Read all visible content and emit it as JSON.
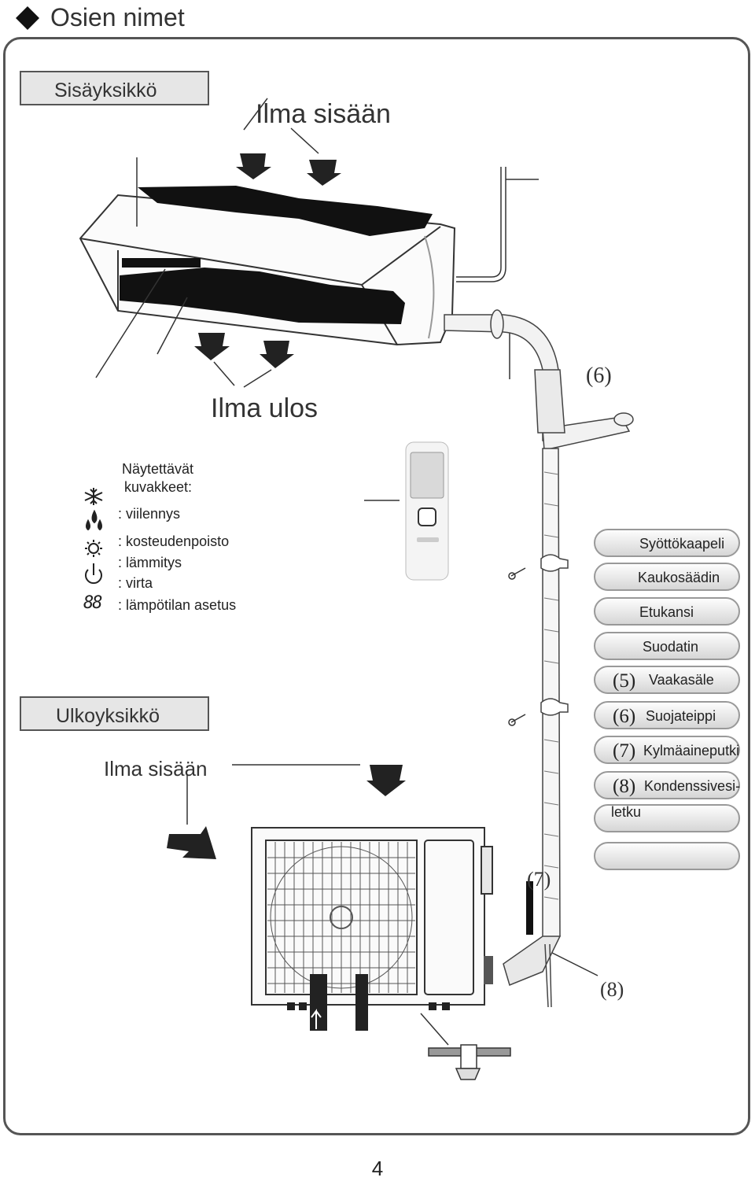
{
  "header": {
    "title": "Osien nimet"
  },
  "indoor": {
    "section_label": "Sisäyksikkö",
    "air_in_label": "Ilma sisään",
    "air_out_label": "Ilma ulos",
    "callout_6": "(6)"
  },
  "display": {
    "heading_line1": "Näytettävät",
    "heading_line2": "kuvakkeet:",
    "items": [
      {
        "icon": "snowflake-icon",
        "label": ": viilennys"
      },
      {
        "icon": "droplets-icon",
        "label": ": kosteudenpoisto"
      },
      {
        "icon": "sun-icon",
        "label": ": lämmitys"
      },
      {
        "icon": "power-icon",
        "label": ": virta"
      },
      {
        "icon": "digits-icon",
        "glyph": "88",
        "label": ": lämpötilan asetus"
      }
    ]
  },
  "outdoor": {
    "section_label": "Ulkoyksikkö",
    "air_in_label": "Ilma sisään",
    "callout_7": "(7)",
    "callout_8": "(8)"
  },
  "parts": [
    {
      "number": "",
      "label": "Syöttökaapeli"
    },
    {
      "number": "",
      "label": "Kaukosäädin"
    },
    {
      "number": "",
      "label": "Etukansi"
    },
    {
      "number": "",
      "label": "Suodatin"
    },
    {
      "number": "(5)",
      "label": "Vaakasäle"
    },
    {
      "number": "(6)",
      "label": "Suojateippi"
    },
    {
      "number": "(7)",
      "label": "Kylmäaineputki"
    },
    {
      "number": "(8)",
      "label": "Kondenssivesi-",
      "label2": "letku"
    },
    {
      "number": "",
      "label": ""
    }
  ],
  "footer": {
    "page_number": "4"
  },
  "colors": {
    "frame": "#555555",
    "box_fill": "#e6e6e6",
    "text": "#222222"
  }
}
